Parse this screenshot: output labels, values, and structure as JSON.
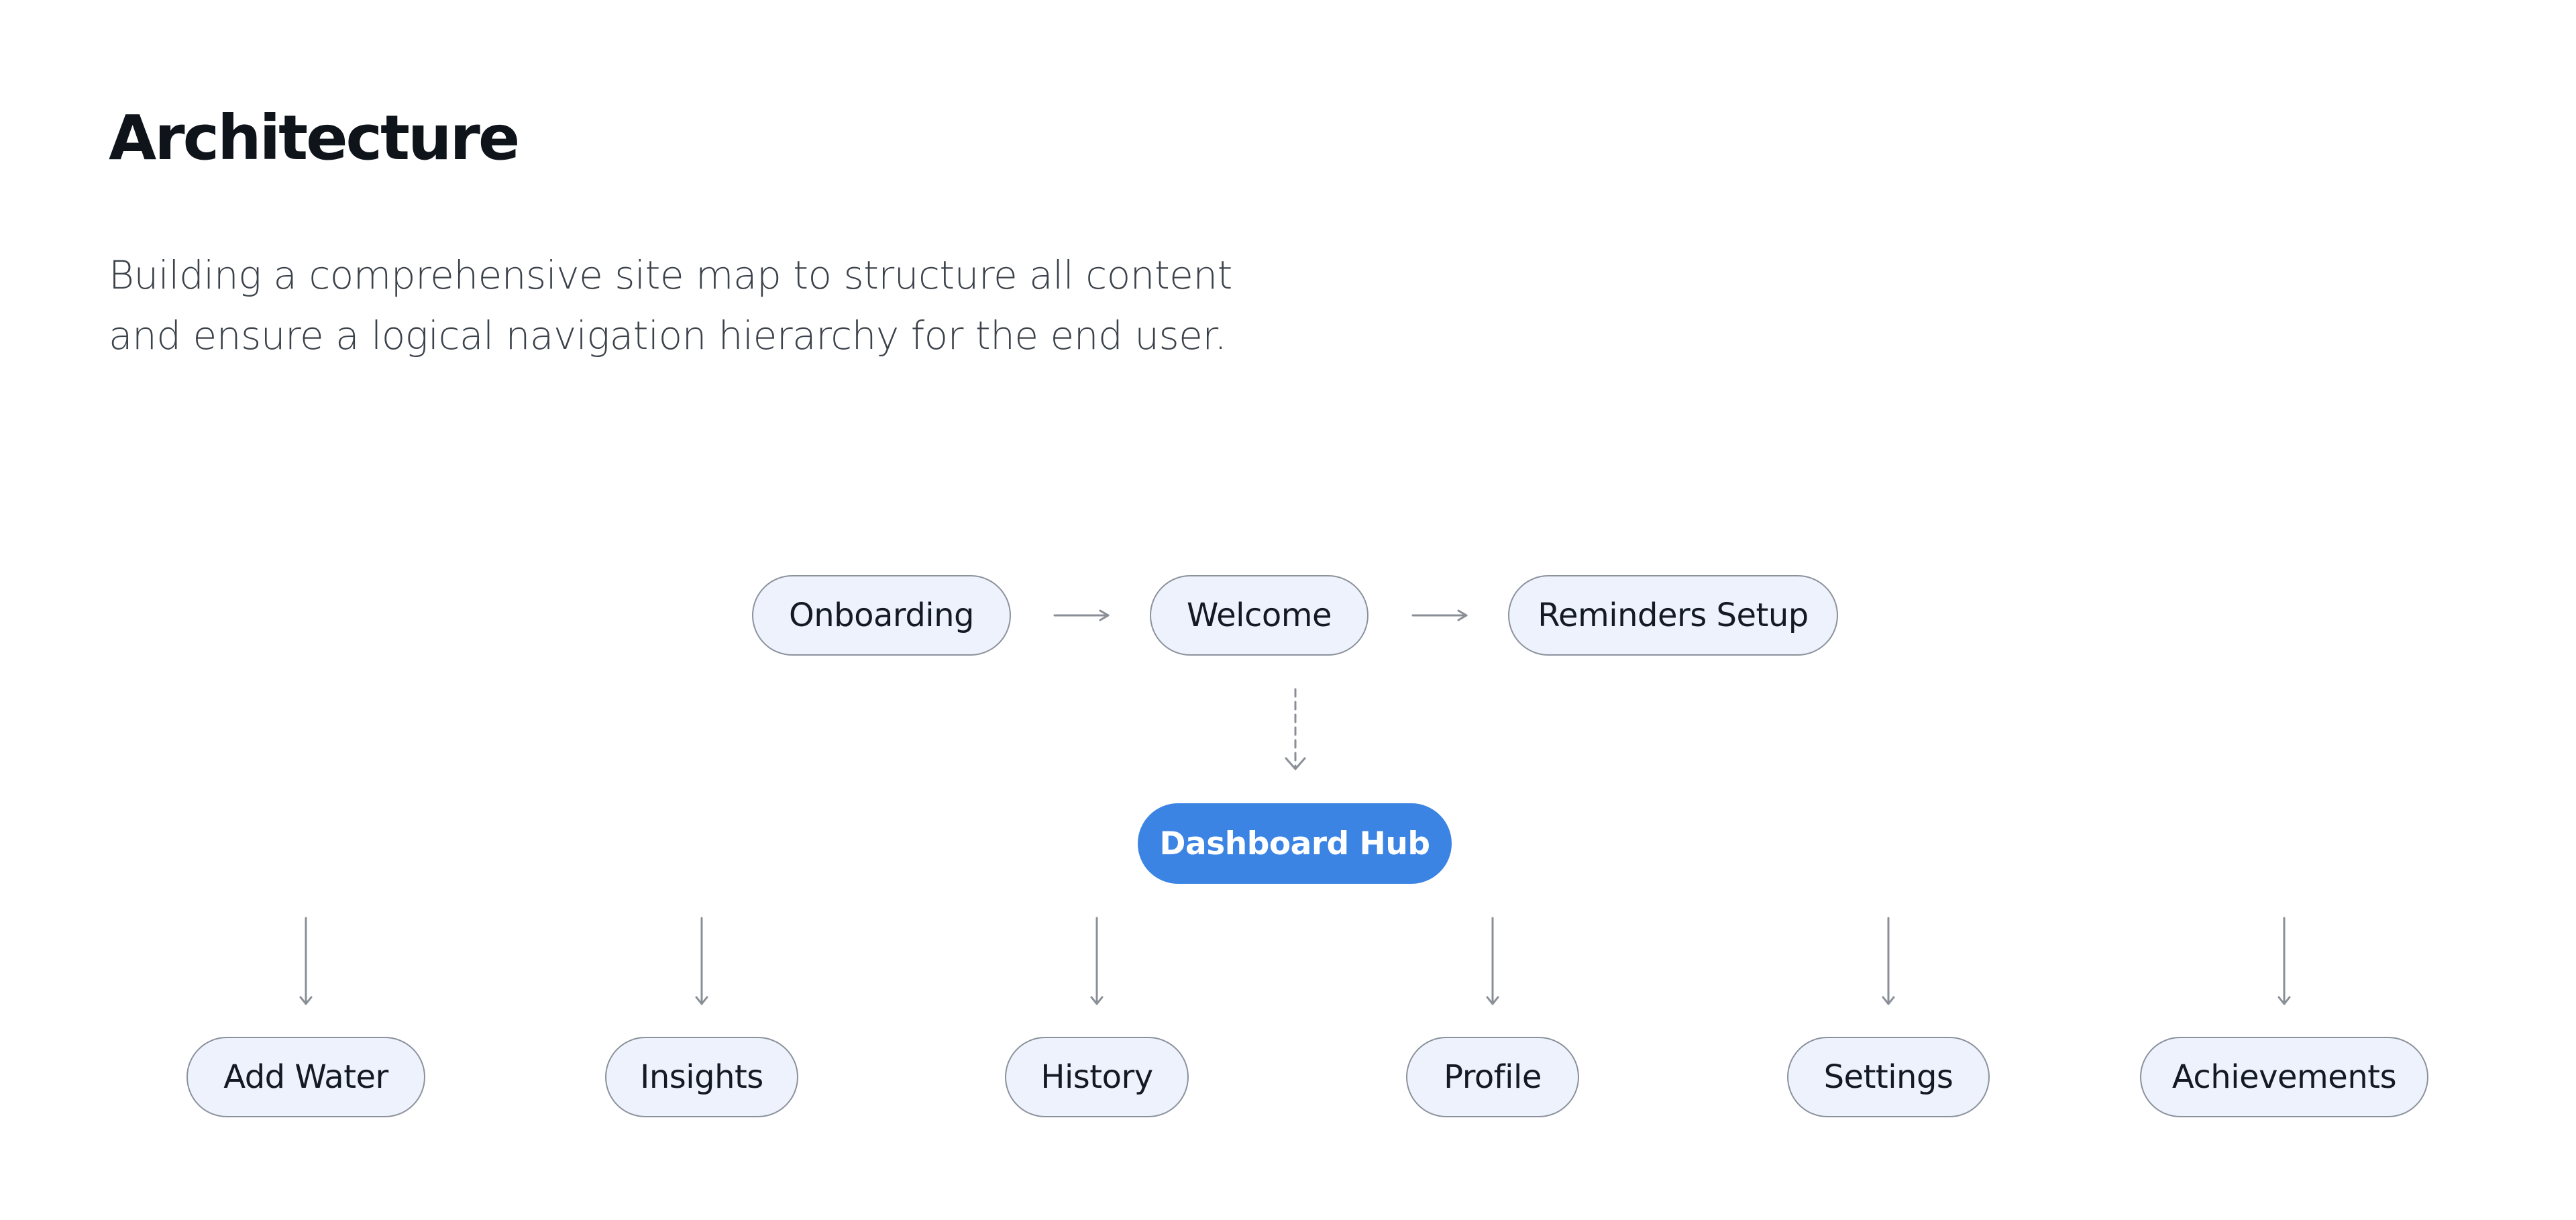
{
  "header": {
    "title": "Architecture",
    "subtitle_lines": [
      "Building a comprehensive site map to structure all content",
      "and ensure a logical navigation hierarchy for the end user."
    ]
  },
  "sitemap": {
    "flow": [
      {
        "label": "Onboarding"
      },
      {
        "label": "Welcome"
      },
      {
        "label": "Reminders Setup"
      }
    ],
    "hub": {
      "label": "Dashboard Hub"
    },
    "sections": [
      {
        "label": "Add Water"
      },
      {
        "label": "Insights"
      },
      {
        "label": "History"
      },
      {
        "label": "Profile"
      },
      {
        "label": "Settings"
      },
      {
        "label": "Achievements"
      }
    ]
  },
  "colors": {
    "hub_fill": "#3b84e4",
    "node_fill": "#eef2fd",
    "node_border": "#8c929c",
    "connector": "#8a8f97"
  }
}
